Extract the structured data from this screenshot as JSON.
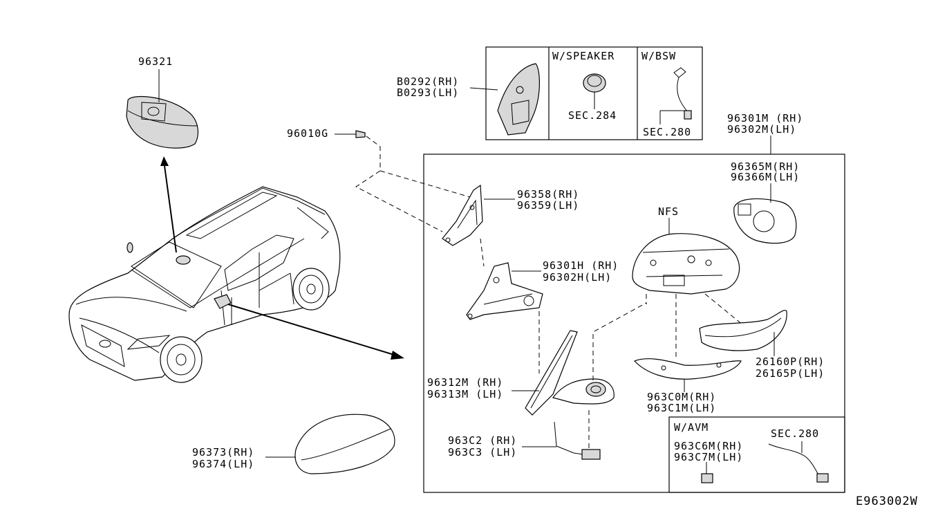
{
  "diagram_id": "E963002W",
  "inset": {
    "col1_parts": [
      "B0292(RH)",
      "B0293(LH)"
    ],
    "speaker_header": "W/SPEAKER",
    "speaker_sec": "SEC.284",
    "bsw_header": "W/BSW",
    "bsw_sec": "SEC.280"
  },
  "avm": {
    "header": "W/AVM",
    "part_rh": "963C6M(RH)",
    "part_lh": "963C7M(LH)",
    "sec": "SEC.280"
  },
  "labels": {
    "p96321": "96321",
    "p96010g": "96010G",
    "p96358": "96358(RH)",
    "p96359": "96359(LH)",
    "p96301m": "96301M (RH)",
    "p96302m": "96302M(LH)",
    "p96365m": "96365M(RH)",
    "p96366m": "96366M(LH)",
    "nfs": "NFS",
    "p96301h": "96301H (RH)",
    "p96302h": "96302H(LH)",
    "p26160p": "26160P(RH)",
    "p26165p": "26165P(LH)",
    "p963c0m": "963C0M(RH)",
    "p963c1m": "963C1M(LH)",
    "p96312m": "96312M (RH)",
    "p96313m": "96313M (LH)",
    "p963c2": "963C2 (RH)",
    "p963c3": "963C3 (LH)",
    "p96373": "96373(RH)",
    "p96374": "96374(LH)"
  }
}
